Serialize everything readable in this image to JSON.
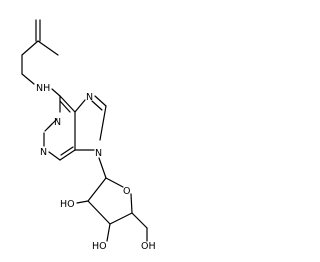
{
  "molecule": {
    "atoms": {
      "amine_nh": "NH",
      "n7": "N",
      "n1": "N",
      "n3": "N",
      "n9": "N",
      "ring_o": "O",
      "oh_2": "HO",
      "oh_3": "HO",
      "oh_5": "OH"
    },
    "colors": {
      "bond": "#000000",
      "text": "#000000",
      "background": "#ffffff"
    }
  }
}
